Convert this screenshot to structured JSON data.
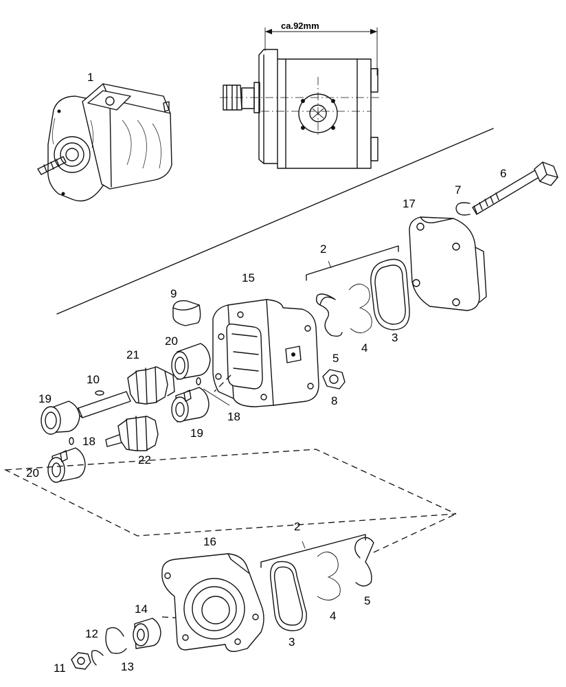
{
  "dimension": "ca.92mm",
  "labels": {
    "l1": "1",
    "l2a": "2",
    "l3a": "3",
    "l4a": "4",
    "l5a": "5",
    "l6": "6",
    "l7": "7",
    "l8": "8",
    "l9": "9",
    "l10": "10",
    "l15": "15",
    "l17": "17",
    "l18a": "18",
    "l18b": "18",
    "l19a": "19",
    "l19b": "19",
    "l20a": "20",
    "l20b": "20",
    "l21": "21",
    "l22": "22",
    "l16": "16",
    "l2b": "2",
    "l3b": "3",
    "l4b": "4",
    "l5b": "5",
    "l11": "11",
    "l12": "12",
    "l13": "13",
    "l14": "14"
  }
}
